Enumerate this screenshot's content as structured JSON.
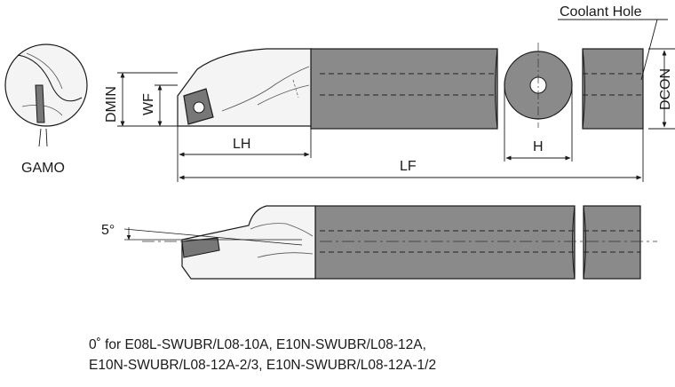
{
  "labels": {
    "coolant_hole": "Coolant Hole",
    "dmin": "DMIN",
    "wf": "WF",
    "lh": "LH",
    "lf": "LF",
    "h": "H",
    "dcon": "DCON",
    "gamo": "GAMO",
    "angle": "5°"
  },
  "note": {
    "line1": "0˚ for E08L-SWUBR/L08-10A, E10N-SWUBR/L08-12A,",
    "line2": "E10N-SWUBR/L08-12A-2/3, E10N-SWUBR/L08-12A-1/2"
  },
  "colors": {
    "shank": "#8a8a8a",
    "head": "#f4f4f4",
    "insert": "#777777",
    "line": "#1a1a1a"
  }
}
